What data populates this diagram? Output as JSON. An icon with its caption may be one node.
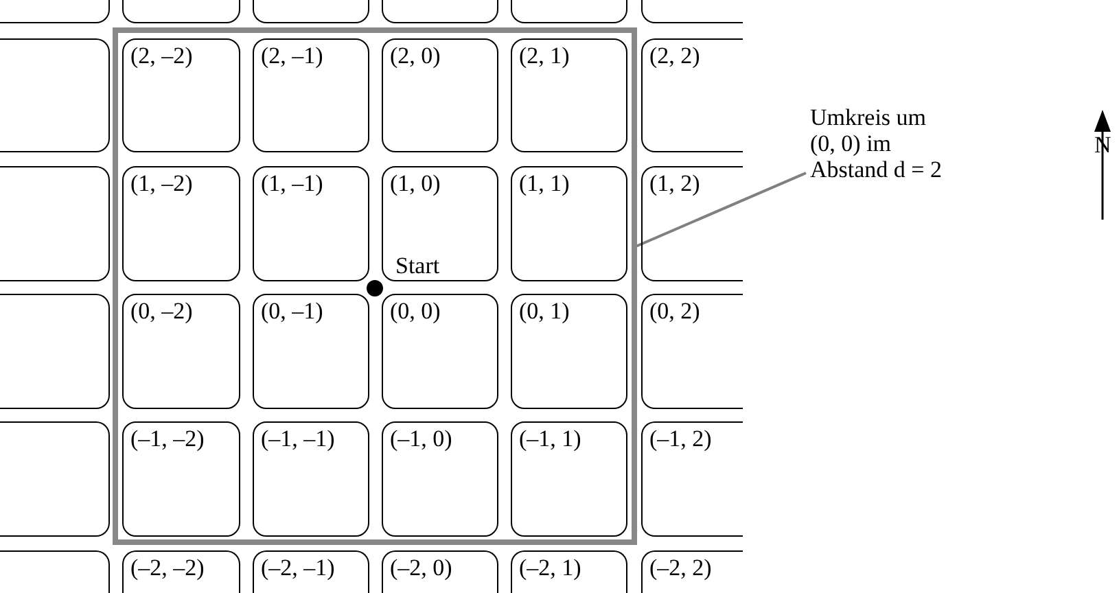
{
  "diagram": {
    "nodes": [
      {
        "text": [],
        "shape": "box"
      },
      {
        "text": [],
        "shape": "box"
      },
      {
        "text": [],
        "shape": "box"
      },
      {
        "text": [],
        "shape": "box"
      },
      {
        "text": [],
        "shape": "box"
      },
      {
        "text": [],
        "shape": "box"
      },
      {
        "text": [],
        "shape": "box"
      },
      {
        "text": [],
        "shape": "box"
      },
      {
        "text": [
          "(2, –2)"
        ],
        "in": 0
      },
      {
        "text": [
          "(2, –1)"
        ],
        "in": 0
      },
      {
        "text": [
          "(2, 0)"
        ],
        "in": 0
      },
      {
        "text": [
          "(2, 1)"
        ],
        "in": 0
      },
      {
        "text": [
          "(2, 2)"
        ]
      },
      {
        "text": [],
        "shape": "box"
      },
      {
        "text": [
          "(1, –2)"
        ],
        "in": 0
      },
      {
        "text": [
          "(1, –1)"
        ],
        "in": 0
      },
      {
        "text": [
          "(1, 0)"
        ],
        "in": 0
      },
      {
        "text": [
          "(1, 1)"
        ],
        "in": 0
      },
      {
        "text": [
          "(1, 2)"
        ]
      },
      {
        "text": [],
        "shape": "box"
      },
      {
        "text": [
          "(0, –2)"
        ],
        "in": 0
      },
      {
        "text": [
          "(0, –1)"
        ],
        "in": 0
      },
      {
        "text": [
          "(0, 0)"
        ],
        "in": 0
      },
      {
        "text": [
          "(0, 1)"
        ],
        "in": 0
      },
      {
        "text": [
          "(0, 2)"
        ]
      },
      {
        "text": [],
        "shape": "box"
      },
      {
        "text": [
          "(–1, –2)"
        ],
        "in": 0
      },
      {
        "text": [
          "(–1, –1)"
        ],
        "in": 0
      },
      {
        "text": [
          "(–1, 0)"
        ],
        "in": 0
      },
      {
        "text": [
          "(–1, 1)"
        ],
        "in": 0
      },
      {
        "text": [
          "(–1, 2)"
        ]
      },
      {
        "text": [],
        "shape": "box"
      },
      {
        "text": [
          "(–2, –2)"
        ]
      },
      {
        "text": [
          "(–2, –1)"
        ]
      },
      {
        "text": [
          "(–2, 0)"
        ]
      },
      {
        "text": [
          "(–2, 1)"
        ]
      },
      {
        "text": [
          "(–2, 2)"
        ]
      },
      {
        "text": [
          "Umkreis um (0, 0) im Abstand d = 2"
        ]
      }
    ],
    "edges": [
      {
        "from": 37,
        "to": 0,
        "arrow": "none"
      }
    ],
    "labels": [
      "Start",
      "N"
    ]
  }
}
